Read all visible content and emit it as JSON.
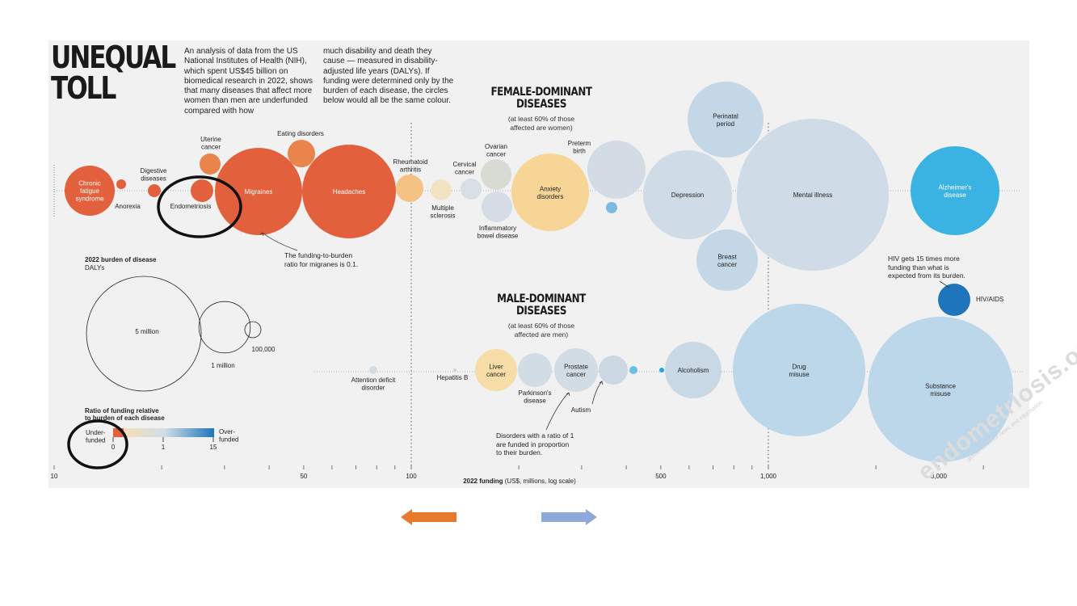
{
  "title_lines": [
    "UNEQUAL",
    "TOLL"
  ],
  "intro_col1": "An analysis of data from the US National Institutes of Health (NIH), which spent US$45 billion on biomedical research in 2022, shows that many diseases that affect more women than men are underfunded compared with how",
  "intro_col2": "much disability and death they cause — measured in disability-adjusted life years (DALYs). If funding were determined only by the burden of each disease, the circles below would all be the same colour.",
  "female_header": {
    "title_lines": [
      "FEMALE-DOMINANT",
      "DISEASES"
    ],
    "sub_lines": [
      "(at least 60% of those",
      "affected are women)"
    ]
  },
  "male_header": {
    "title_lines": [
      "MALE-DOMINANT",
      "DISEASES"
    ],
    "sub_lines": [
      "(at least 60% of those",
      "affected are men)"
    ]
  },
  "notes": {
    "migraine": [
      "The funding-to-burden",
      "ratio for migranes is 0.1."
    ],
    "hiv": [
      "HIV gets 15 times more",
      "funding than what is",
      "expected from its burden."
    ],
    "ratio_one": [
      "Disorders with a ratio of 1",
      "are funded in proportion",
      "to their burden."
    ]
  },
  "size_legend": {
    "title": "2022 burden of disease",
    "subtitle": "DALYs",
    "items": [
      {
        "label": "5 million",
        "dalys": 5000000
      },
      {
        "label": "1 million",
        "dalys": 1000000
      },
      {
        "label": "100,000",
        "dalys": 100000
      }
    ]
  },
  "ratio_legend": {
    "title_lines": [
      "Ratio of funding relative",
      "to burden of each disease"
    ],
    "left_label": [
      "Under-",
      "funded"
    ],
    "right_label": [
      "Over-",
      "funded"
    ],
    "ticks": [
      "0",
      "1",
      "15"
    ],
    "colors": {
      "under": "#e2603c",
      "mid": "#f6dfb6",
      "neutral": "#d2dde7",
      "over": "#1f75bb"
    }
  },
  "arrows": {
    "left_color": "#e8792e",
    "right_color": "#8ea9d9"
  },
  "watermark": {
    "main": "endometriosis.org",
    "tag": "global forum for news and information"
  },
  "chart_data": {
    "type": "scatter",
    "xlabel": "2022 funding",
    "xlabel_unit": "(US$, millions, log scale)",
    "x_scale": "log",
    "xlim": [
      10,
      4500
    ],
    "x_ticks": [
      10,
      50,
      100,
      500,
      1000,
      3000
    ],
    "x_tick_labels": [
      "10",
      "50",
      "100",
      "500",
      "1,000",
      "3,000"
    ],
    "reference_lines": [
      100,
      1000
    ],
    "size_encoding": "2022 burden of disease (DALYs)",
    "color_encoding": "ratio of funding relative to burden",
    "series": [
      {
        "name": "Female-dominant diseases",
        "points": [
          {
            "label": "Chronic fatigue syndrome",
            "label_lines": [
              "Chronic",
              "fatigue",
              "syndrome"
            ],
            "label_inside": true,
            "funding": 14,
            "color": "#e2603c"
          },
          {
            "label": "Anorexia",
            "label_lines": [
              "Anorexia"
            ],
            "label_inside": false,
            "funding": 17,
            "color": "#e2603c"
          },
          {
            "label": "Digestive diseases",
            "label_lines": [
              "Digestive",
              "diseases"
            ],
            "label_inside": false,
            "funding": 20,
            "color": "#e2603c"
          },
          {
            "label": "Endometriosis",
            "label_lines": [
              "Endometriosis"
            ],
            "label_inside": false,
            "funding": 27,
            "color": "#e2603c",
            "highlighted": true
          },
          {
            "label": "Uterine cancer",
            "label_lines": [
              "Uterine",
              "cancer"
            ],
            "label_inside": false,
            "funding": 27,
            "color": "#e8844c"
          },
          {
            "label": "Migraines",
            "label_lines": [
              "Migraines"
            ],
            "label_inside": true,
            "funding": 38,
            "color": "#e2603c"
          },
          {
            "label": "Eating disorders",
            "label_lines": [
              "Eating disorders"
            ],
            "label_inside": false,
            "funding": 48,
            "color": "#e8844c"
          },
          {
            "label": "Headaches",
            "label_lines": [
              "Headaches"
            ],
            "label_inside": true,
            "funding": 60,
            "color": "#e2603c"
          },
          {
            "label": "Rheumatoid arthritis",
            "label_lines": [
              "Rheumatoid",
              "arthritis"
            ],
            "label_inside": false,
            "funding": 98,
            "color": "#f4c283"
          },
          {
            "label": "Multiple sclerosis",
            "label_lines": [
              "Multiple",
              "sclerosis"
            ],
            "label_inside": false,
            "funding": 125,
            "color": "#f4e3c3"
          },
          {
            "label": "Cervical cancer",
            "label_lines": [
              "Cervical",
              "cancer"
            ],
            "label_inside": false,
            "funding": 160,
            "color": "#d7dfe6"
          },
          {
            "label": "Ovarian cancer",
            "label_lines": [
              "Ovarian",
              "cancer"
            ],
            "label_inside": false,
            "funding": 190,
            "color": "#d7dbd4"
          },
          {
            "label": "Inflammatory bowel disease",
            "label_lines": [
              "Inflammatory",
              "bowel disease"
            ],
            "label_inside": false,
            "funding": 190,
            "color": "#d4dde6"
          },
          {
            "label": "Anxiety disorders",
            "label_lines": [
              "Anxiety",
              "disorders"
            ],
            "label_inside": true,
            "funding": 280,
            "color": "#f6d597"
          },
          {
            "label": "Preterm birth",
            "label_lines": [
              "Preterm",
              "birth"
            ],
            "label_inside": false,
            "funding": 400,
            "color": "#d3dbe5"
          },
          {
            "label": "",
            "label_lines": [],
            "label_inside": false,
            "funding": 400,
            "color": "#7db9e0"
          },
          {
            "label": "Depression",
            "label_lines": [
              "Depression"
            ],
            "label_inside": true,
            "funding": 660,
            "color": "#cfdbe6"
          },
          {
            "label": "Perinatal period",
            "label_lines": [
              "Perinatal",
              "period"
            ],
            "label_inside": true,
            "funding": 800,
            "color": "#c3d7e6"
          },
          {
            "label": "Breast cancer",
            "label_lines": [
              "Breast",
              "cancer"
            ],
            "label_inside": true,
            "funding": 800,
            "color": "#c3d7e6"
          },
          {
            "label": "Mental illness",
            "label_lines": [
              "Mental illness"
            ],
            "label_inside": true,
            "funding": 1110,
            "color": "#cfdbe6"
          },
          {
            "label": "Alzheimer's disease",
            "label_lines": [
              "Alzheimer's",
              "disease"
            ],
            "label_inside": true,
            "funding": 3100,
            "color": "#3ab3e3"
          }
        ]
      },
      {
        "name": "Male-dominant diseases",
        "points": [
          {
            "label": "Attention deficit disorder",
            "label_lines": [
              "Attention deficit",
              "disorder"
            ],
            "label_inside": false,
            "funding": 80,
            "color": "#d4dbe3"
          },
          {
            "label": "Hepatitis B",
            "label_lines": [
              "Hepatitis B"
            ],
            "label_inside": false,
            "funding": 120,
            "color": "#c7d6e4"
          },
          {
            "label": "Liver cancer",
            "label_lines": [
              "Liver",
              "cancer"
            ],
            "label_inside": true,
            "funding": 150,
            "color": "#f6dda7"
          },
          {
            "label": "Parkinson's disease",
            "label_lines": [
              "Parkinson's",
              "disease"
            ],
            "label_inside": false,
            "funding": 200,
            "color": "#d2dce5"
          },
          {
            "label": "Prostate cancer",
            "label_lines": [
              "Prostate",
              "cancer"
            ],
            "label_inside": true,
            "funding": 260,
            "color": "#d2dce5"
          },
          {
            "label": "Autism",
            "label_lines": [
              "Autism"
            ],
            "label_inside": false,
            "funding": 350,
            "color": "#cbd8e4"
          },
          {
            "label": "",
            "label_lines": [],
            "label_inside": false,
            "funding": 410,
            "color": "#6cc0e8"
          },
          {
            "label": "",
            "label_lines": [],
            "label_inside": false,
            "funding": 480,
            "color": "#2aa3d8"
          },
          {
            "label": "Alcoholism",
            "label_lines": [
              "Alcoholism"
            ],
            "label_inside": true,
            "funding": 600,
            "color": "#c9d8e5"
          },
          {
            "label": "Drug misuse",
            "label_lines": [
              "Drug",
              "misuse"
            ],
            "label_inside": true,
            "funding": 1200,
            "color": "#bcd6ea"
          },
          {
            "label": "HIV/AIDS",
            "label_lines": [
              "HIV/AIDS"
            ],
            "label_inside": false,
            "funding": 3100,
            "color": "#1f75bb"
          },
          {
            "label": "Substance misuse",
            "label_lines": [
              "Substance",
              "misuse"
            ],
            "label_inside": true,
            "funding": 3000,
            "color": "#bcd6ea"
          }
        ]
      }
    ]
  }
}
